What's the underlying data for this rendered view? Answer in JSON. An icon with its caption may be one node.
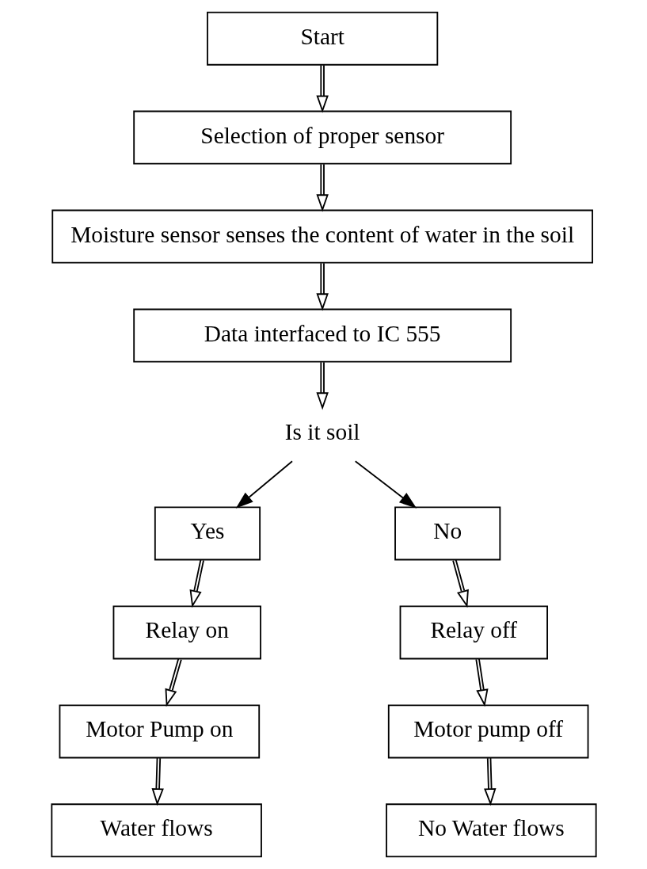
{
  "diagram": {
    "nodes": [
      {
        "text": [
          "Start"
        ]
      },
      {
        "text": [
          "Selection of proper sensor"
        ]
      },
      {
        "text": [
          "Moisture sensor senses the content of water in the soil"
        ]
      },
      {
        "text": [
          "Data interfaced to IC 555"
        ]
      },
      {
        "text": [
          "Is it soil"
        ]
      },
      {
        "text": [
          "Yes"
        ]
      },
      {
        "text": [
          "No"
        ]
      },
      {
        "text": [
          "Relay on"
        ]
      },
      {
        "text": [
          "Relay off"
        ]
      },
      {
        "text": [
          "Motor Pump on"
        ]
      },
      {
        "text": [
          "Motor pump off"
        ]
      },
      {
        "text": [
          "Water flows"
        ]
      },
      {
        "text": [
          "No Water flows"
        ]
      }
    ],
    "edges": [
      {
        "from": 0,
        "to": 1,
        "arrow": "to"
      },
      {
        "from": 1,
        "to": 2,
        "arrow": "to"
      },
      {
        "from": 2,
        "to": 3,
        "arrow": "to"
      },
      {
        "from": 3,
        "to": 4,
        "arrow": "to"
      },
      {
        "from": 4,
        "to": 5,
        "arrow": "to"
      },
      {
        "from": 4,
        "to": 6,
        "arrow": "to"
      },
      {
        "from": 5,
        "to": 7,
        "arrow": "to"
      },
      {
        "from": 7,
        "to": 9,
        "arrow": "to"
      },
      {
        "from": 9,
        "to": 11,
        "arrow": "to"
      },
      {
        "from": 6,
        "to": 8,
        "arrow": "to"
      },
      {
        "from": 8,
        "to": 10,
        "arrow": "to"
      },
      {
        "from": 10,
        "to": 12,
        "arrow": "to"
      }
    ]
  }
}
